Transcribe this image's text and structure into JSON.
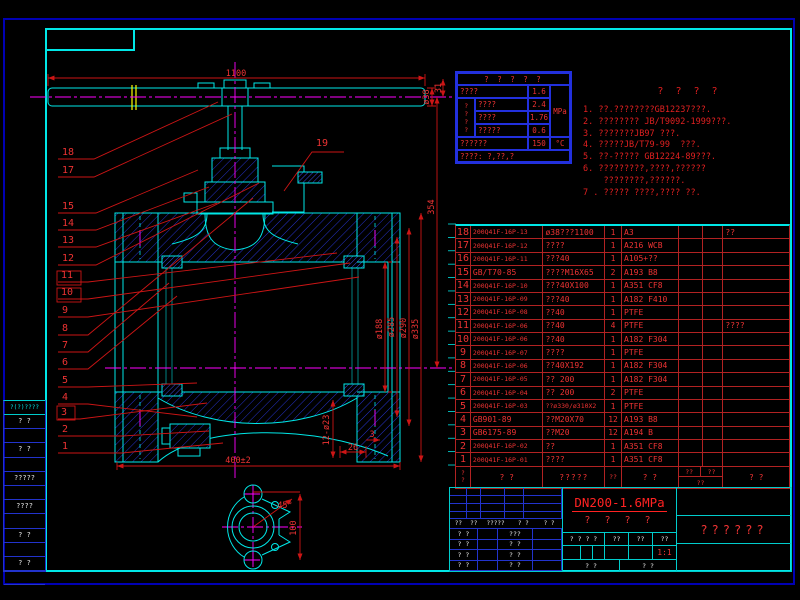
{
  "drawing": {
    "leaders": [
      "18",
      "17",
      "15",
      "14",
      "13",
      "12",
      "11",
      "10",
      "9",
      "8",
      "7",
      "6",
      "5",
      "4",
      "3",
      "2",
      "1",
      "19"
    ],
    "dims": {
      "handle_length": "1100",
      "handle_dia": "ø38",
      "top_offset": "31",
      "height": "354",
      "bore": "ø188",
      "dia_mid1": "ø285",
      "dia_mid2": "ø290",
      "flange_od": "ø335",
      "bolt_holes": "12-ø23",
      "gap": "3",
      "flange_thickness": "26",
      "face_to_face": "400±2",
      "angle": "45°",
      "offset100": "100"
    }
  },
  "spec_table": {
    "title": "? ? ? ? ?",
    "side_label": "????",
    "rows": [
      {
        "label": "????",
        "value": "1.6"
      },
      {
        "label": "????",
        "value": "2.4"
      },
      {
        "label": "????",
        "value": "1.76"
      },
      {
        "label": "?????",
        "value": "0.6"
      },
      {
        "label": "??????",
        "value": "150"
      }
    ],
    "unit_pressure": "MPa",
    "unit_temp": "°C",
    "footer": "????:  ?,??,?"
  },
  "notes": {
    "title": "? ? ? ?",
    "lines": [
      "1. ??.????????GB12237???.",
      "2. ???????? JB/T9092-1999???.",
      "3. ???????JB97 ???.",
      "4. ?????JB/T79-99  ???.",
      "5. ??-????? GB12224-89???.",
      "6. ?????????,????,??????",
      "    ????????,??????.",
      "7 . ????? ????,???? ??."
    ]
  },
  "parts_table": {
    "header": {
      "no_top": "?",
      "no_bottom": "?",
      "code": "? ?",
      "name": "?????",
      "qty": "??",
      "material": "? ?",
      "weight1": "??",
      "weight2": "??",
      "weight_sub": "??",
      "remark": "? ?"
    },
    "rows": [
      {
        "no": "18",
        "code": "200Q41F-16P-13",
        "name": "ø38???1100",
        "qty": "1",
        "material": "A3",
        "w1": "",
        "w2": "",
        "remark": "??"
      },
      {
        "no": "17",
        "code": "200Q41F-16P-12",
        "name": "????",
        "qty": "1",
        "material": "A216 WCB",
        "w1": "",
        "w2": "",
        "remark": ""
      },
      {
        "no": "16",
        "code": "200Q41F-16P-11",
        "name": "???40",
        "qty": "1",
        "material": "A105+??",
        "w1": "",
        "w2": "",
        "remark": ""
      },
      {
        "no": "15",
        "code": "GB/T70-85",
        "name": "????M16X65",
        "qty": "2",
        "material": "A193 B8",
        "w1": "",
        "w2": "",
        "remark": ""
      },
      {
        "no": "14",
        "code": "200Q41F-16P-10",
        "name": "???40X100",
        "qty": "1",
        "material": "A351 CF8",
        "w1": "",
        "w2": "",
        "remark": ""
      },
      {
        "no": "13",
        "code": "200Q41F-16P-09",
        "name": "???40",
        "qty": "1",
        "material": "A182 F410",
        "w1": "",
        "w2": "",
        "remark": ""
      },
      {
        "no": "12",
        "code": "200Q41F-16P-08",
        "name": "??40",
        "qty": "1",
        "material": "PTFE",
        "w1": "",
        "w2": "",
        "remark": ""
      },
      {
        "no": "11",
        "code": "200Q41F-16P-06",
        "name": "??40",
        "qty": "4",
        "material": "PTFE",
        "w1": "",
        "w2": "",
        "remark": "????"
      },
      {
        "no": "10",
        "code": "200Q41F-16P-06",
        "name": "??40",
        "qty": "1",
        "material": "A182 F304",
        "w1": "",
        "w2": "",
        "remark": ""
      },
      {
        "no": "9",
        "code": "200Q41F-16P-07",
        "name": "????",
        "qty": "1",
        "material": "PTFE",
        "w1": "",
        "w2": "",
        "remark": ""
      },
      {
        "no": "8",
        "code": "200Q41F-16P-06",
        "name": "??40X192",
        "qty": "1",
        "material": "A182 F304",
        "w1": "",
        "w2": "",
        "remark": ""
      },
      {
        "no": "7",
        "code": "200Q41F-16P-05",
        "name": "?? 200",
        "qty": "1",
        "material": "A182 F304",
        "w1": "",
        "w2": "",
        "remark": ""
      },
      {
        "no": "6",
        "code": "200Q41F-16P-04",
        "name": "?? 200",
        "qty": "2",
        "material": "PTFE",
        "w1": "",
        "w2": "",
        "remark": ""
      },
      {
        "no": "5",
        "code": "200Q41F-16P-03",
        "name": "??ø330/ø310X2",
        "qty": "1",
        "material": "PTFE",
        "w1": "",
        "w2": "",
        "remark": ""
      },
      {
        "no": "4",
        "code": "GB901-89",
        "name": "??M20X70",
        "qty": "12",
        "material": "A193 B8",
        "w1": "",
        "w2": "",
        "remark": ""
      },
      {
        "no": "3",
        "code": "GB6175-89",
        "name": "??M20",
        "qty": "12",
        "material": "A194 B",
        "w1": "",
        "w2": "",
        "remark": ""
      },
      {
        "no": "2",
        "code": "200Q41F-16P-02",
        "name": "??",
        "qty": "1",
        "material": "A351 CF8",
        "w1": "",
        "w2": "",
        "remark": ""
      },
      {
        "no": "1",
        "code": "200Q41F-16P-01",
        "name": "????",
        "qty": "1",
        "material": "A351 CF8",
        "w1": "",
        "w2": "",
        "remark": ""
      }
    ]
  },
  "title_block": {
    "model": "DN200-1.6MPa",
    "subtitle": "? ? ? ?",
    "company": "??????",
    "scale": "1:1",
    "rev_header": [
      "??",
      "??",
      "?????",
      "? ?",
      "? ?"
    ],
    "sig_rows": [
      [
        "? ?",
        "???"
      ],
      [
        "? ?",
        "? ?"
      ],
      [
        "? ?",
        "? ?"
      ],
      [
        "? ?",
        "? ?"
      ]
    ],
    "mid_header": [
      "? ? ? ?",
      "??",
      "??",
      "??"
    ],
    "mid_bottom": [
      "? ?",
      "? ?"
    ]
  },
  "left_strip": {
    "title": "?(?)????",
    "rows": [
      "? ?",
      "",
      "? ?",
      "",
      "?????",
      "",
      "????",
      "",
      "? ?",
      "",
      "? ?",
      ""
    ]
  }
}
